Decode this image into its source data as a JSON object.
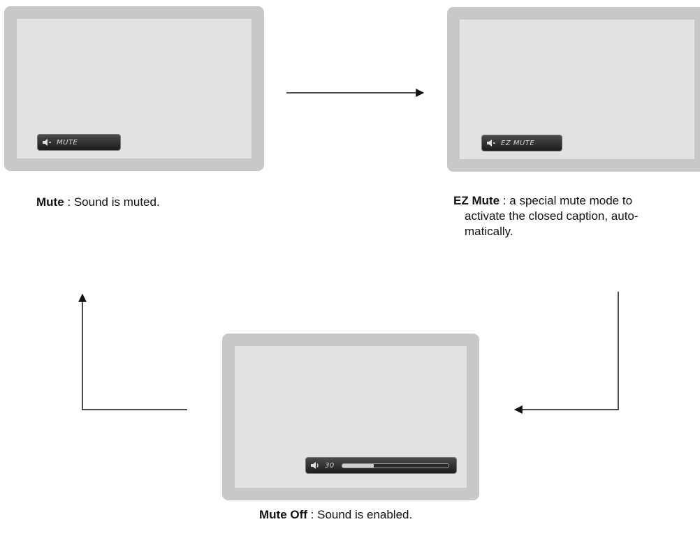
{
  "screens": {
    "mute": {
      "osd_label": "MUTE"
    },
    "ezmute": {
      "osd_label": "EZ MUTE"
    },
    "off": {
      "osd_label": "30",
      "volume_fraction": 0.3
    }
  },
  "captions": {
    "mute": {
      "term": "Mute",
      "text": " : Sound is muted."
    },
    "ezmute": {
      "term": "EZ Mute",
      "line1": " : a special mute mode to",
      "line2": "activate the closed caption, auto-",
      "line3": "matically."
    },
    "off": {
      "term": "Mute Off",
      "text": " : Sound is enabled."
    }
  },
  "colors": {
    "screen_bezel": "#c8c8c8",
    "screen_face": "#e2e2e2",
    "osd_bar": "#2a2a2a",
    "arrow": "#111111"
  },
  "icons": {
    "osd_speaker": "speaker-icon",
    "flow": "arrow-icon"
  }
}
